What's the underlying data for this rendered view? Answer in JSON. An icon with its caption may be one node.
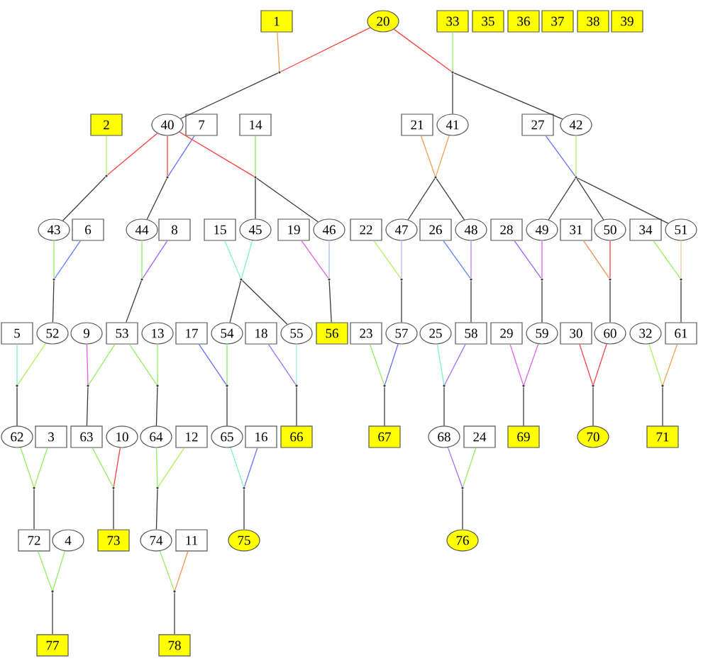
{
  "diagram": {
    "nodes": [
      {
        "text": [
          "1"
        ]
      },
      {
        "text": [
          "20"
        ]
      },
      {
        "text": [
          "33"
        ]
      },
      {
        "text": [
          "35"
        ]
      },
      {
        "text": [
          "36"
        ]
      },
      {
        "text": [
          "37"
        ]
      },
      {
        "text": [
          "38"
        ]
      },
      {
        "text": [
          "39"
        ]
      },
      {
        "text": [],
        "shape": "point"
      },
      {
        "text": [],
        "shape": "point"
      },
      {
        "text": [
          "2"
        ]
      },
      {
        "text": [
          "40"
        ]
      },
      {
        "text": [
          "7"
        ]
      },
      {
        "text": [
          "14"
        ]
      },
      {
        "text": [
          "21"
        ]
      },
      {
        "text": [
          "41"
        ]
      },
      {
        "text": [
          "27"
        ]
      },
      {
        "text": [
          "42"
        ]
      },
      {
        "text": [],
        "shape": "point"
      },
      {
        "text": [],
        "shape": "point"
      },
      {
        "text": [],
        "shape": "point"
      },
      {
        "text": [],
        "shape": "point"
      },
      {
        "text": [],
        "shape": "point"
      },
      {
        "text": [
          "43"
        ]
      },
      {
        "text": [
          "6"
        ]
      },
      {
        "text": [
          "44"
        ]
      },
      {
        "text": [
          "8"
        ]
      },
      {
        "text": [
          "15"
        ]
      },
      {
        "text": [
          "45"
        ]
      },
      {
        "text": [
          "19"
        ]
      },
      {
        "text": [
          "46"
        ]
      },
      {
        "text": [
          "22"
        ]
      },
      {
        "text": [
          "47"
        ]
      },
      {
        "text": [
          "26"
        ]
      },
      {
        "text": [
          "48"
        ]
      },
      {
        "text": [
          "28"
        ]
      },
      {
        "text": [
          "49"
        ]
      },
      {
        "text": [
          "31"
        ]
      },
      {
        "text": [
          "50"
        ]
      },
      {
        "text": [
          "34"
        ]
      },
      {
        "text": [
          "51"
        ]
      },
      {
        "text": [],
        "shape": "point"
      },
      {
        "text": [],
        "shape": "point"
      },
      {
        "text": [],
        "shape": "point"
      },
      {
        "text": [],
        "shape": "point"
      },
      {
        "text": [],
        "shape": "point"
      },
      {
        "text": [],
        "shape": "point"
      },
      {
        "text": [],
        "shape": "point"
      },
      {
        "text": [],
        "shape": "point"
      },
      {
        "text": [],
        "shape": "point"
      },
      {
        "text": [
          "5"
        ]
      },
      {
        "text": [
          "52"
        ]
      },
      {
        "text": [
          "9"
        ]
      },
      {
        "text": [
          "53"
        ]
      },
      {
        "text": [
          "13"
        ]
      },
      {
        "text": [
          "17"
        ]
      },
      {
        "text": [
          "54"
        ]
      },
      {
        "text": [
          "18"
        ]
      },
      {
        "text": [
          "55"
        ]
      },
      {
        "text": [
          "56"
        ]
      },
      {
        "text": [
          "23"
        ]
      },
      {
        "text": [
          "57"
        ]
      },
      {
        "text": [
          "25"
        ]
      },
      {
        "text": [
          "58"
        ]
      },
      {
        "text": [
          "29"
        ]
      },
      {
        "text": [
          "59"
        ]
      },
      {
        "text": [
          "30"
        ]
      },
      {
        "text": [
          "60"
        ]
      },
      {
        "text": [
          "32"
        ]
      },
      {
        "text": [
          "61"
        ]
      },
      {
        "text": [],
        "shape": "point"
      },
      {
        "text": [],
        "shape": "point"
      },
      {
        "text": [],
        "shape": "point"
      },
      {
        "text": [],
        "shape": "point"
      },
      {
        "text": [],
        "shape": "point"
      },
      {
        "text": [],
        "shape": "point"
      },
      {
        "text": [],
        "shape": "point"
      },
      {
        "text": [],
        "shape": "point"
      },
      {
        "text": [],
        "shape": "point"
      },
      {
        "text": [],
        "shape": "point"
      },
      {
        "text": [
          "62"
        ]
      },
      {
        "text": [
          "3"
        ]
      },
      {
        "text": [
          "63"
        ]
      },
      {
        "text": [
          "10"
        ]
      },
      {
        "text": [
          "64"
        ]
      },
      {
        "text": [
          "12"
        ]
      },
      {
        "text": [
          "65"
        ]
      },
      {
        "text": [
          "16"
        ]
      },
      {
        "text": [
          "66"
        ]
      },
      {
        "text": [
          "67"
        ]
      },
      {
        "text": [
          "68"
        ]
      },
      {
        "text": [
          "24"
        ]
      },
      {
        "text": [
          "69"
        ]
      },
      {
        "text": [
          "70"
        ]
      },
      {
        "text": [
          "71"
        ]
      },
      {
        "text": [],
        "shape": "point"
      },
      {
        "text": [],
        "shape": "point"
      },
      {
        "text": [],
        "shape": "point"
      },
      {
        "text": [],
        "shape": "point"
      },
      {
        "text": [],
        "shape": "point"
      },
      {
        "text": [
          "72"
        ]
      },
      {
        "text": [
          "4"
        ]
      },
      {
        "text": [
          "73"
        ]
      },
      {
        "text": [
          "74"
        ]
      },
      {
        "text": [
          "11"
        ]
      },
      {
        "text": [
          "75"
        ]
      },
      {
        "text": [
          "76"
        ]
      },
      {
        "text": [],
        "shape": "point"
      },
      {
        "text": [],
        "shape": "point"
      },
      {
        "text": [
          "77"
        ]
      },
      {
        "text": [
          "78"
        ]
      }
    ],
    "edges": [
      {
        "from": 0,
        "to": 8,
        "arrow": "none",
        "color": "#f0a050"
      },
      {
        "from": 1,
        "to": 8,
        "arrow": "none",
        "color": "#ff4040"
      },
      {
        "from": 8,
        "to": 11,
        "arrow": "none"
      },
      {
        "from": 1,
        "to": 9,
        "arrow": "none",
        "color": "#ff4040"
      },
      {
        "from": 2,
        "to": 9,
        "arrow": "none",
        "color": "#90ee60"
      },
      {
        "from": 9,
        "to": 15,
        "arrow": "none"
      },
      {
        "from": 9,
        "to": 17,
        "arrow": "none"
      },
      {
        "from": 10,
        "to": 18,
        "arrow": "none",
        "color": "#b0f060"
      },
      {
        "from": 11,
        "to": 18,
        "arrow": "none",
        "color": "#ff4040"
      },
      {
        "from": 18,
        "to": 23,
        "arrow": "none"
      },
      {
        "from": 11,
        "to": 19,
        "arrow": "none",
        "color": "#ff4040"
      },
      {
        "from": 12,
        "to": 19,
        "arrow": "none",
        "color": "#6070ff"
      },
      {
        "from": 19,
        "to": 25,
        "arrow": "none"
      },
      {
        "from": 11,
        "to": 20,
        "arrow": "none",
        "color": "#ff4040"
      },
      {
        "from": 13,
        "to": 20,
        "arrow": "none",
        "color": "#90ee60"
      },
      {
        "from": 20,
        "to": 28,
        "arrow": "none"
      },
      {
        "from": 20,
        "to": 30,
        "arrow": "none"
      },
      {
        "from": 14,
        "to": 21,
        "arrow": "none",
        "color": "#f0a050"
      },
      {
        "from": 15,
        "to": 21,
        "arrow": "none",
        "color": "#f0a050"
      },
      {
        "from": 21,
        "to": 32,
        "arrow": "none"
      },
      {
        "from": 21,
        "to": 34,
        "arrow": "none"
      },
      {
        "from": 16,
        "to": 22,
        "arrow": "none",
        "color": "#6070ff"
      },
      {
        "from": 17,
        "to": 22,
        "arrow": "none",
        "color": "#b0f060"
      },
      {
        "from": 22,
        "to": 36,
        "arrow": "none"
      },
      {
        "from": 22,
        "to": 38,
        "arrow": "none"
      },
      {
        "from": 22,
        "to": 40,
        "arrow": "none"
      },
      {
        "from": 23,
        "to": 41,
        "arrow": "none",
        "color": "#90ee60"
      },
      {
        "from": 24,
        "to": 41,
        "arrow": "none",
        "color": "#6080ff"
      },
      {
        "from": 41,
        "to": 51,
        "arrow": "none"
      },
      {
        "from": 25,
        "to": 42,
        "arrow": "none",
        "color": "#90ee60"
      },
      {
        "from": 26,
        "to": 42,
        "arrow": "none",
        "color": "#a060ff"
      },
      {
        "from": 42,
        "to": 53,
        "arrow": "none"
      },
      {
        "from": 27,
        "to": 43,
        "arrow": "none",
        "color": "#80f0d0"
      },
      {
        "from": 28,
        "to": 43,
        "arrow": "none",
        "color": "#80f0d0"
      },
      {
        "from": 43,
        "to": 56,
        "arrow": "none"
      },
      {
        "from": 43,
        "to": 58,
        "arrow": "none"
      },
      {
        "from": 29,
        "to": 44,
        "arrow": "none",
        "color": "#e060e0"
      },
      {
        "from": 30,
        "to": 44,
        "arrow": "none",
        "color": "#a8b8ff"
      },
      {
        "from": 44,
        "to": 59,
        "arrow": "none"
      },
      {
        "from": 31,
        "to": 45,
        "arrow": "none",
        "color": "#b0f060"
      },
      {
        "from": 32,
        "to": 45,
        "arrow": "none",
        "color": "#b8b8ff"
      },
      {
        "from": 45,
        "to": 61,
        "arrow": "none"
      },
      {
        "from": 33,
        "to": 46,
        "arrow": "none",
        "color": "#6080ff"
      },
      {
        "from": 34,
        "to": 46,
        "arrow": "none",
        "color": "#b080ff"
      },
      {
        "from": 46,
        "to": 63,
        "arrow": "none"
      },
      {
        "from": 35,
        "to": 47,
        "arrow": "none",
        "color": "#a060ff"
      },
      {
        "from": 36,
        "to": 47,
        "arrow": "none",
        "color": "#e060f0"
      },
      {
        "from": 47,
        "to": 65,
        "arrow": "none"
      },
      {
        "from": 37,
        "to": 48,
        "arrow": "none",
        "color": "#f09050"
      },
      {
        "from": 38,
        "to": 48,
        "arrow": "none",
        "color": "#ff4040"
      },
      {
        "from": 48,
        "to": 67,
        "arrow": "none"
      },
      {
        "from": 39,
        "to": 49,
        "arrow": "none",
        "color": "#90ee60"
      },
      {
        "from": 40,
        "to": 49,
        "arrow": "none",
        "color": "#f4c8a0"
      },
      {
        "from": 49,
        "to": 69,
        "arrow": "none"
      },
      {
        "from": 50,
        "to": 70,
        "arrow": "none",
        "color": "#80f0d0"
      },
      {
        "from": 51,
        "to": 70,
        "arrow": "none",
        "color": "#b0f060"
      },
      {
        "from": 70,
        "to": 80,
        "arrow": "none"
      },
      {
        "from": 52,
        "to": 71,
        "arrow": "none",
        "color": "#e060e0"
      },
      {
        "from": 53,
        "to": 71,
        "arrow": "none",
        "color": "#90ee60"
      },
      {
        "from": 71,
        "to": 82,
        "arrow": "none"
      },
      {
        "from": 53,
        "to": 72,
        "arrow": "none",
        "color": "#90ee60"
      },
      {
        "from": 54,
        "to": 72,
        "arrow": "none",
        "color": "#90ee60"
      },
      {
        "from": 72,
        "to": 84,
        "arrow": "none"
      },
      {
        "from": 55,
        "to": 73,
        "arrow": "none",
        "color": "#6070ff"
      },
      {
        "from": 56,
        "to": 73,
        "arrow": "none",
        "color": "#90ee60"
      },
      {
        "from": 73,
        "to": 86,
        "arrow": "none"
      },
      {
        "from": 57,
        "to": 74,
        "arrow": "none",
        "color": "#a070ff"
      },
      {
        "from": 58,
        "to": 74,
        "arrow": "none",
        "color": "#a0f0e0"
      },
      {
        "from": 74,
        "to": 88,
        "arrow": "none"
      },
      {
        "from": 60,
        "to": 75,
        "arrow": "none",
        "color": "#90ee60"
      },
      {
        "from": 61,
        "to": 75,
        "arrow": "none",
        "color": "#6070ff"
      },
      {
        "from": 75,
        "to": 89,
        "arrow": "none"
      },
      {
        "from": 62,
        "to": 76,
        "arrow": "none",
        "color": "#80f0d0"
      },
      {
        "from": 63,
        "to": 76,
        "arrow": "none",
        "color": "#a070ff"
      },
      {
        "from": 76,
        "to": 90,
        "arrow": "none"
      },
      {
        "from": 64,
        "to": 77,
        "arrow": "none",
        "color": "#e060f0"
      },
      {
        "from": 65,
        "to": 77,
        "arrow": "none",
        "color": "#e060e0"
      },
      {
        "from": 77,
        "to": 92,
        "arrow": "none"
      },
      {
        "from": 66,
        "to": 78,
        "arrow": "none",
        "color": "#ff4040"
      },
      {
        "from": 67,
        "to": 78,
        "arrow": "none",
        "color": "#ff4040"
      },
      {
        "from": 78,
        "to": 93,
        "arrow": "none"
      },
      {
        "from": 68,
        "to": 79,
        "arrow": "none",
        "color": "#b0f060"
      },
      {
        "from": 69,
        "to": 79,
        "arrow": "none",
        "color": "#f0a050"
      },
      {
        "from": 79,
        "to": 94,
        "arrow": "none"
      },
      {
        "from": 80,
        "to": 95,
        "arrow": "none",
        "color": "#90ee60"
      },
      {
        "from": 81,
        "to": 95,
        "arrow": "none",
        "color": "#90ee60"
      },
      {
        "from": 95,
        "to": 100,
        "arrow": "none"
      },
      {
        "from": 82,
        "to": 96,
        "arrow": "none",
        "color": "#90ee60"
      },
      {
        "from": 83,
        "to": 96,
        "arrow": "none",
        "color": "#ff4040"
      },
      {
        "from": 96,
        "to": 102,
        "arrow": "none"
      },
      {
        "from": 84,
        "to": 97,
        "arrow": "none",
        "color": "#90ee60"
      },
      {
        "from": 85,
        "to": 97,
        "arrow": "none",
        "color": "#b0f060"
      },
      {
        "from": 97,
        "to": 103,
        "arrow": "none"
      },
      {
        "from": 86,
        "to": 98,
        "arrow": "none",
        "color": "#80f0d0"
      },
      {
        "from": 87,
        "to": 98,
        "arrow": "none",
        "color": "#6070ff"
      },
      {
        "from": 98,
        "to": 105,
        "arrow": "none"
      },
      {
        "from": 90,
        "to": 99,
        "arrow": "none",
        "color": "#a070ff"
      },
      {
        "from": 91,
        "to": 99,
        "arrow": "none",
        "color": "#90ee60"
      },
      {
        "from": 99,
        "to": 106,
        "arrow": "none"
      },
      {
        "from": 100,
        "to": 107,
        "arrow": "none",
        "color": "#90ee60"
      },
      {
        "from": 101,
        "to": 107,
        "arrow": "none",
        "color": "#90ee60"
      },
      {
        "from": 107,
        "to": 109,
        "arrow": "none"
      },
      {
        "from": 103,
        "to": 108,
        "arrow": "none",
        "color": "#90ee60"
      },
      {
        "from": 104,
        "to": 108,
        "arrow": "none",
        "color": "#f09050"
      },
      {
        "from": 108,
        "to": 110,
        "arrow": "none"
      }
    ]
  }
}
